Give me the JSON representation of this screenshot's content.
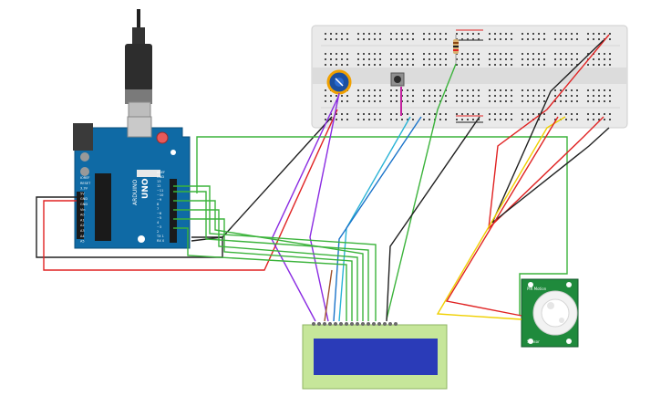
{
  "arduino": {
    "brand": "ARDUINO",
    "model": "UNO",
    "pin_labels_left": [
      "IOREF",
      "RESET",
      "3.3V",
      "5V",
      "GND",
      "GND",
      "Vin",
      "A0",
      "A1",
      "A2",
      "A3",
      "A4",
      "A5"
    ],
    "pin_labels_right": [
      "AREF",
      "GND",
      "13",
      "12",
      "~11",
      "~10",
      "~9",
      "8",
      "7",
      "~6",
      "~5",
      "4",
      "~3",
      "2",
      "TX 1",
      "RX 0"
    ],
    "board_color": "#0f6aa5"
  },
  "lcd": {
    "screen_color": "#2a3bb8",
    "bezel_color": "#c6e69a"
  },
  "pir": {
    "label_top": "PIR Motion",
    "label_bottom": "Sensor",
    "board_color": "#1f8a3c"
  },
  "breadboard": {
    "color": "#e8e8e8"
  },
  "wire_colors": {
    "green": "#3bb33b",
    "red": "#e02222",
    "black": "#202020",
    "yellow": "#f0d000",
    "purple": "#8a2be2",
    "cyan": "#2ab3d6",
    "blue": "#1a73c9"
  }
}
